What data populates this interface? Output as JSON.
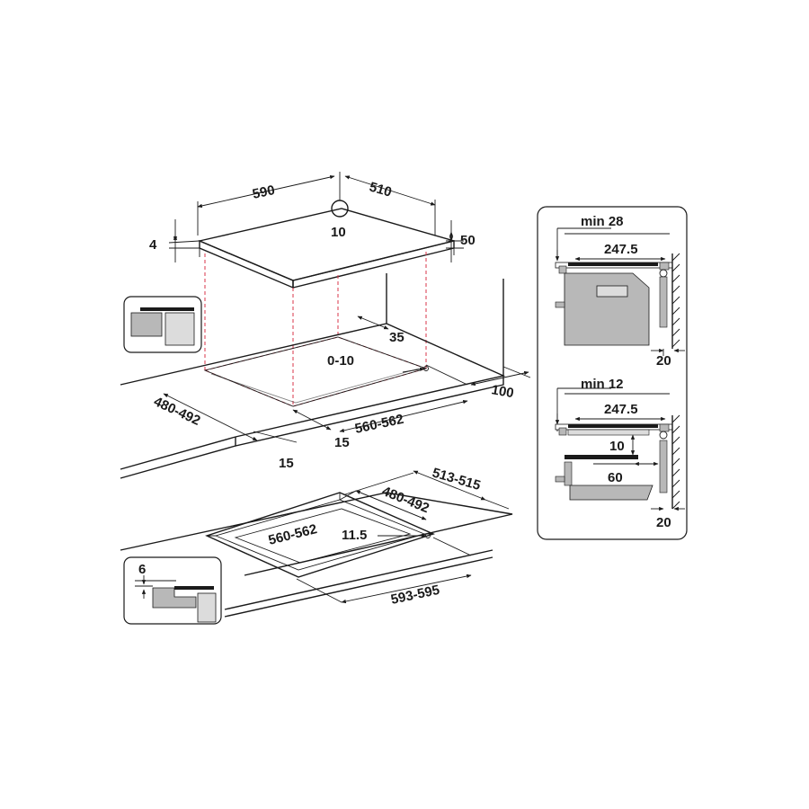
{
  "colors": {
    "line": "#1a1a1a",
    "cutout_dashed": "#d9344a",
    "grey_fill": "#b8b8b8",
    "light_grey": "#dcdcdc"
  },
  "top_view": {
    "width": "590",
    "depth": "510",
    "center_marker": "10",
    "glass_thickness": "4",
    "total_height": "50",
    "cabinet_gap": "35",
    "edge_range": "0-10",
    "rear_distance": "100",
    "cutout_depth": "480-492",
    "cutout_width": "560-562",
    "margin_side": "15",
    "margin_front": "15"
  },
  "flush_view": {
    "outer_depth": "513-515",
    "cutout_depth": "480-492",
    "cutout_width": "560-562",
    "step": "11.5",
    "outer_width": "593-595",
    "recess_depth": "6"
  },
  "side_panel": {
    "top": {
      "min_label": "min 28",
      "width": "247.5",
      "wall_gap": "20"
    },
    "bottom": {
      "min_label": "min 12",
      "width": "247.5",
      "height_gap": "10",
      "depth_gap": "60",
      "wall_gap": "20"
    }
  }
}
